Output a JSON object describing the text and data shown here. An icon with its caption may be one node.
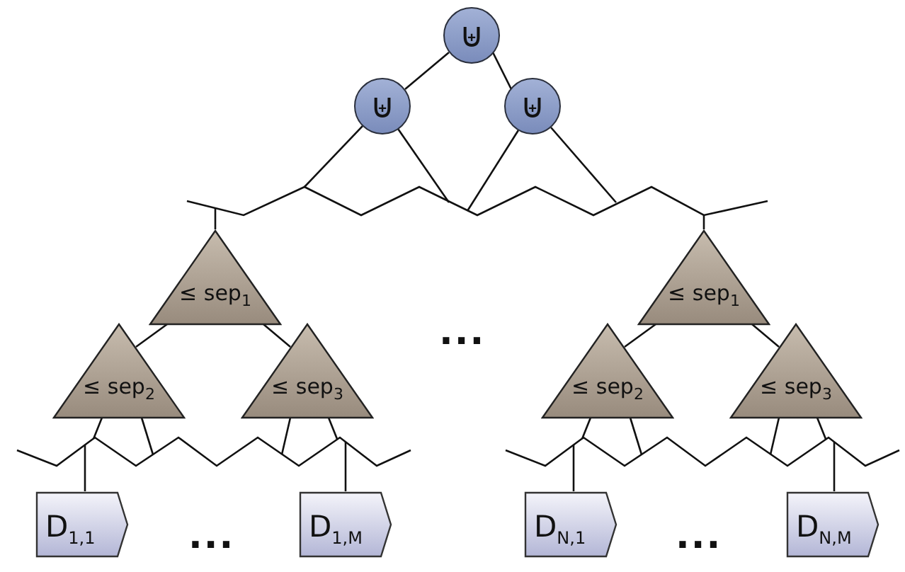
{
  "diagram": {
    "nodes": [
      {
        "text": [
          "⊎"
        ]
      },
      {
        "text": [
          "⊎"
        ]
      },
      {
        "text": [
          "⊎"
        ]
      },
      {
        "text": [],
        "shape": "zigzag"
      },
      {
        "text": [
          "≤ sep$_{1}$"
        ]
      },
      {
        "text": [
          "≤ sep$_{2}$"
        ]
      },
      {
        "text": [
          "≤ sep$_{3}$"
        ]
      },
      {
        "text": [
          "≤ sep$_{1}$"
        ]
      },
      {
        "text": [
          "≤ sep$_{2}$"
        ]
      },
      {
        "text": [
          "≤ sep$_{3}$"
        ]
      },
      {
        "text": [],
        "shape": "zigzag"
      },
      {
        "text": [],
        "shape": "zigzag"
      },
      {
        "text": [
          "D$_{1,1}$"
        ]
      },
      {
        "text": [
          "D$_{1,M}$"
        ]
      },
      {
        "text": [
          "D$_{N,1}$"
        ]
      },
      {
        "text": [
          "D$_{N,M}$"
        ]
      }
    ],
    "edges": [
      {
        "from": 0,
        "to": 1,
        "arrow": "none"
      },
      {
        "from": 0,
        "to": 2,
        "arrow": "none"
      },
      {
        "from": 1,
        "to": 3,
        "arrow": "none"
      },
      {
        "from": 1,
        "to": 3,
        "arrow": "none"
      },
      {
        "from": 2,
        "to": 3,
        "arrow": "none"
      },
      {
        "from": 2,
        "to": 3,
        "arrow": "none"
      },
      {
        "from": 3,
        "to": 4,
        "arrow": "none"
      },
      {
        "from": 3,
        "to": 7,
        "arrow": "none"
      },
      {
        "from": 4,
        "to": 5,
        "arrow": "none"
      },
      {
        "from": 4,
        "to": 6,
        "arrow": "none"
      },
      {
        "from": 5,
        "to": 10,
        "arrow": "none"
      },
      {
        "from": 5,
        "to": 10,
        "arrow": "none"
      },
      {
        "from": 6,
        "to": 10,
        "arrow": "none"
      },
      {
        "from": 6,
        "to": 10,
        "arrow": "none"
      },
      {
        "from": 10,
        "to": 12,
        "arrow": "none"
      },
      {
        "from": 10,
        "to": 13,
        "arrow": "none"
      },
      {
        "from": 7,
        "to": 8,
        "arrow": "none"
      },
      {
        "from": 7,
        "to": 9,
        "arrow": "none"
      },
      {
        "from": 8,
        "to": 11,
        "arrow": "none"
      },
      {
        "from": 8,
        "to": 11,
        "arrow": "none"
      },
      {
        "from": 9,
        "to": 11,
        "arrow": "none"
      },
      {
        "from": 9,
        "to": 11,
        "arrow": "none"
      },
      {
        "from": 11,
        "to": 14,
        "arrow": "none"
      },
      {
        "from": 11,
        "to": 15,
        "arrow": "none"
      }
    ],
    "labels": [
      "...",
      "...",
      "..."
    ]
  }
}
